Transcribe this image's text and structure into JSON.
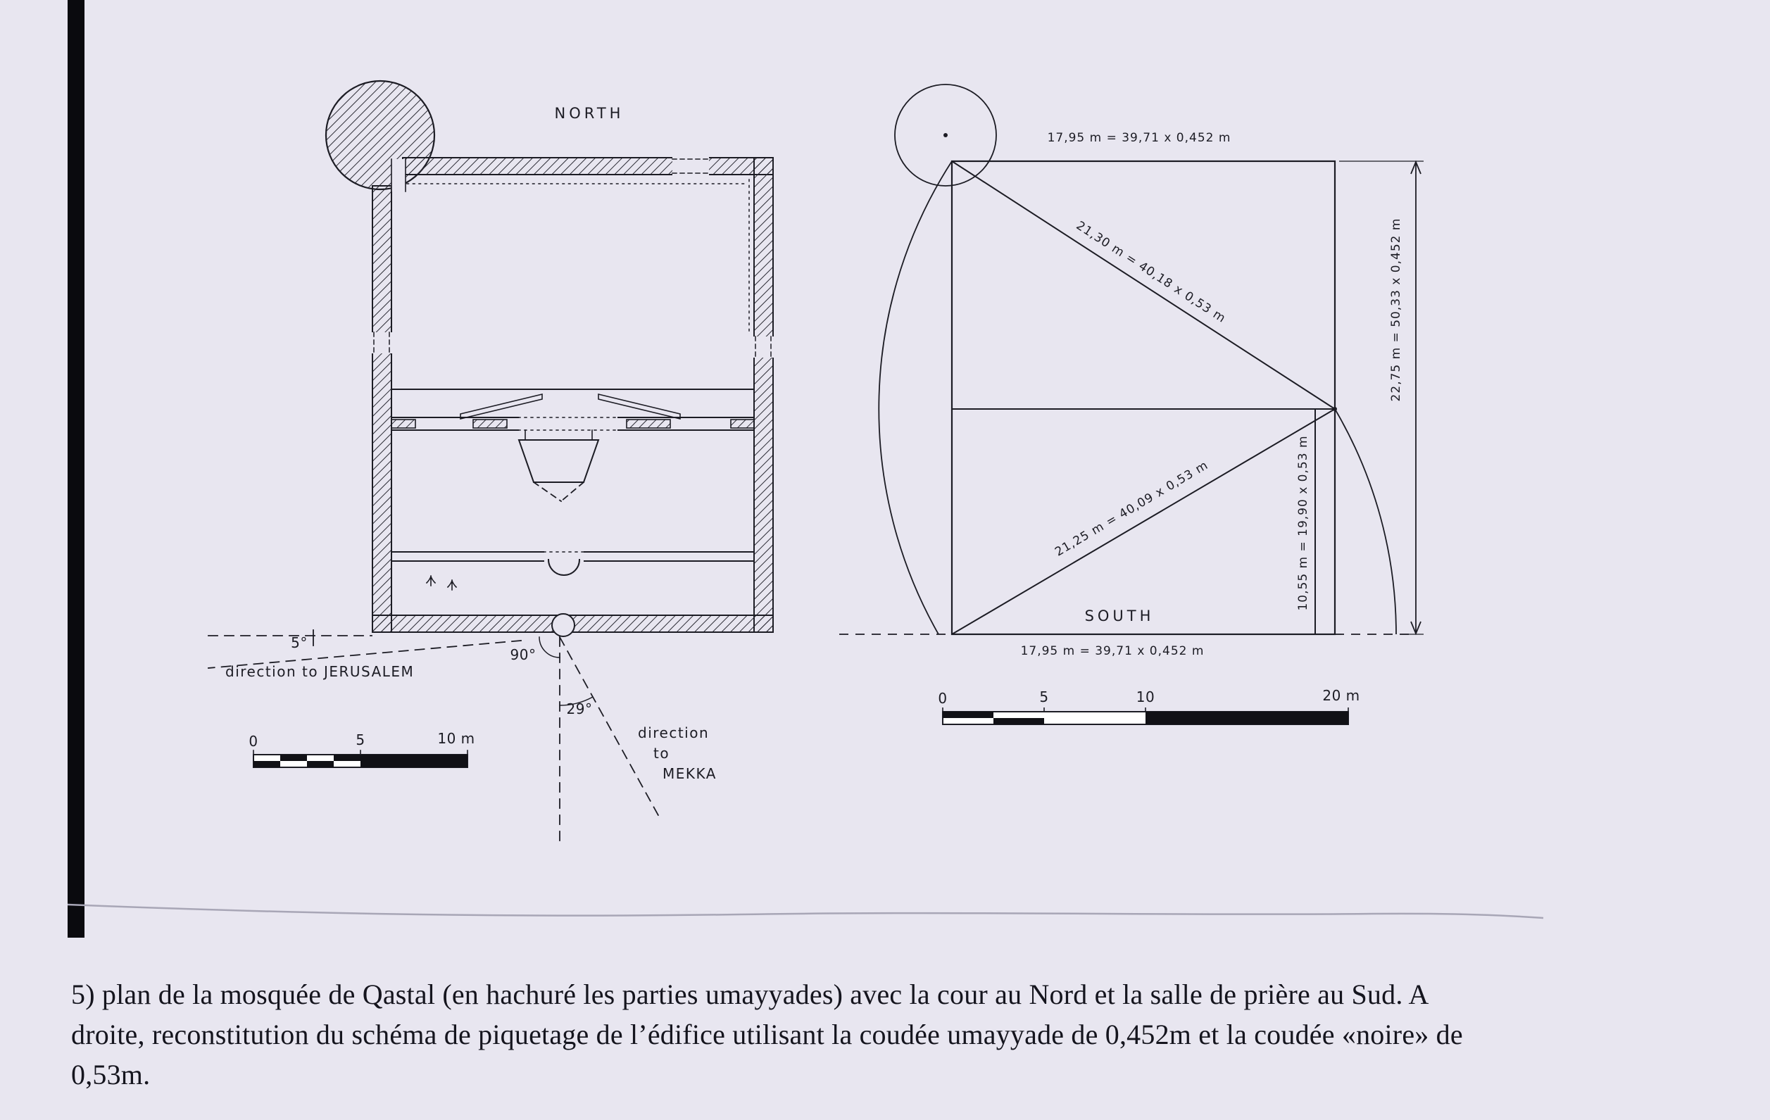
{
  "colors": {
    "paper": "#e8e6f0",
    "ink": "#1c1c24",
    "hatch": "#2b2b34",
    "edge": "#a8a6b6"
  },
  "plan": {
    "north_label": "NORTH",
    "jerusalem_angle": "5°",
    "jerusalem_label": "direction to JERUSALEM",
    "right_angle": "90°",
    "mekka_angle": "29°",
    "mekka_line1": "direction",
    "mekka_line2": "to",
    "mekka_line3": "MEKKA",
    "scale": {
      "zero": "0",
      "five": "5",
      "ten": "10 m"
    }
  },
  "scheme": {
    "top_dimension": "17,95 m = 39,71 x 0,452 m",
    "upper_diagonal": "21,30 m = 40,18 x 0,53 m",
    "right_dimension": "22,75 m = 50,33 x 0,452 m",
    "lower_diagonal": "21,25 m = 40,09 x 0,53 m",
    "inner_vertical": "10,55 m = 19,90 x 0,53 m",
    "south_label": "SOUTH",
    "bottom_dimension": "17,95 m = 39,71 x 0,452 m",
    "scale": {
      "zero": "0",
      "five": "5",
      "ten": "10",
      "twenty": "20 m"
    }
  },
  "caption": {
    "lines": [
      "5) plan de la mosquée de Qastal (en hachuré les parties umayyades) avec la cour au Nord et la salle de prière au Sud. A",
      "droite, reconstitution du schéma de piquetage de l’édifice utilisant la coudée umayyade de 0,452m et la coudée «noire» de",
      "0,53m."
    ]
  }
}
